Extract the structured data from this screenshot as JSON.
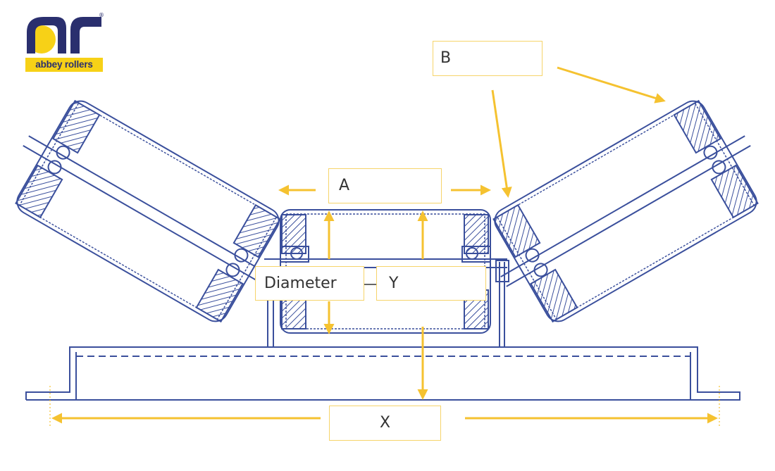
{
  "logo": {
    "brand_text": "abbey rollers",
    "registered_mark": "®"
  },
  "labels": {
    "a": "A",
    "b": "B",
    "diameter": "Diameter",
    "y": "Y",
    "x": "X"
  },
  "colors": {
    "line": "#3a4f9c",
    "arrow": "#f5c230",
    "label_border": "#f6d46a",
    "logo_blue": "#2a2f6e",
    "logo_yellow": "#f7d117"
  }
}
